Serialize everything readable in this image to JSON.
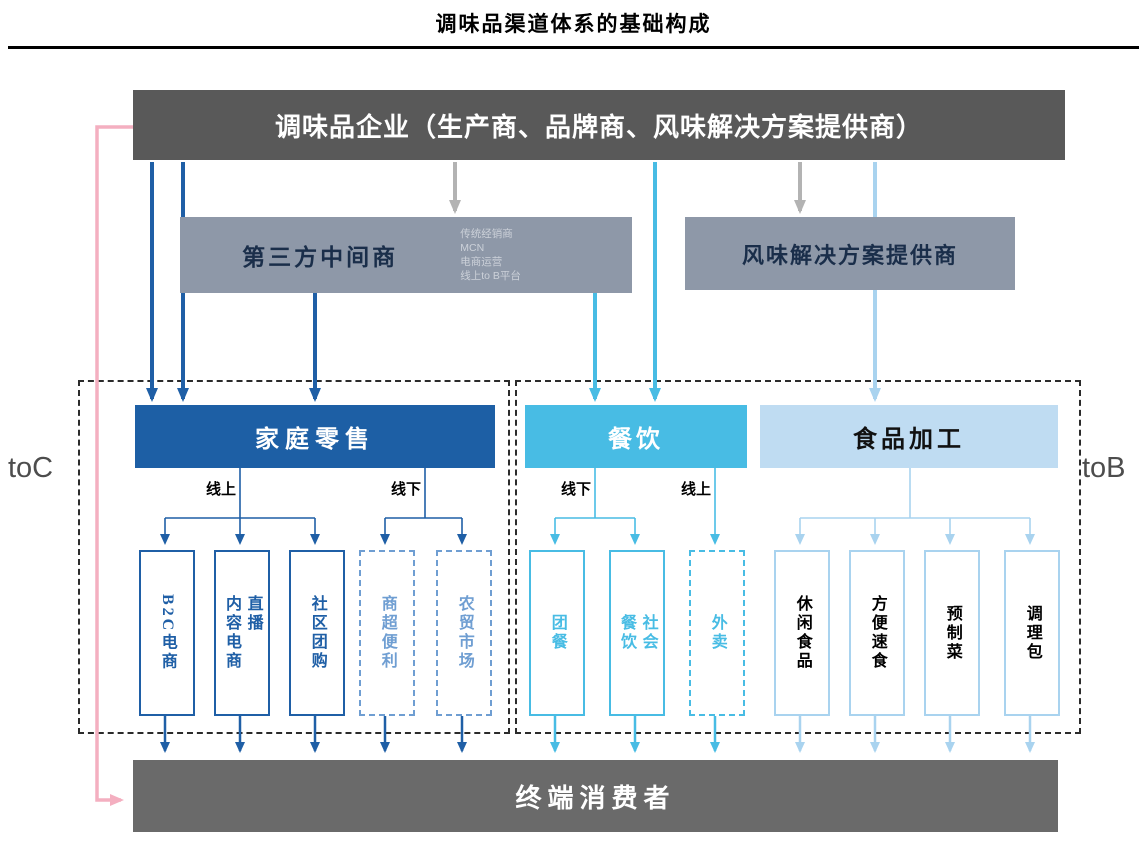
{
  "title": "调味品渠道体系的基础构成",
  "top_box": {
    "label": "调味品企业（生产商、品牌商、风味解决方案提供商）"
  },
  "middlemen_box": {
    "label": "第三方中间商",
    "sublabels": [
      "传统经销商",
      "MCN",
      "电商运营",
      "线上to B平台"
    ]
  },
  "flavor_box": {
    "label": "风味解决方案提供商"
  },
  "regions": {
    "toc_label": "toC",
    "tob_label": "toB"
  },
  "channels": {
    "home_retail": {
      "label": "家庭零售",
      "online_label": "线上",
      "offline_label": "线下",
      "online_items": [
        "B2C电商",
        "直播\n内容电商",
        "社区团购"
      ],
      "offline_items": [
        "商超便利",
        "农贸市场"
      ]
    },
    "catering": {
      "label": "餐饮",
      "offline_label": "线下",
      "online_label": "线上",
      "offline_items": [
        "团餐",
        "社会\n餐饮"
      ],
      "online_items": [
        "外卖"
      ]
    },
    "food_processing": {
      "label": "食品加工",
      "items": [
        "休闲食品",
        "方便速食",
        "预制菜",
        "调理包"
      ]
    }
  },
  "bottom_box": {
    "label": "终端消费者"
  },
  "colors": {
    "dark_gray_box": "#595959",
    "bottom_gray_box": "#6a6a6a",
    "mid_gray_box": "#8e98a8",
    "dark_blue": "#1f5fa6",
    "cyan": "#48bce4",
    "pale_blue_line": "#a9d3ef",
    "pale_blue_fill": "#bfdcf2",
    "gray_arrow": "#b3b3b3",
    "pink_arrow": "#f4afc0"
  }
}
